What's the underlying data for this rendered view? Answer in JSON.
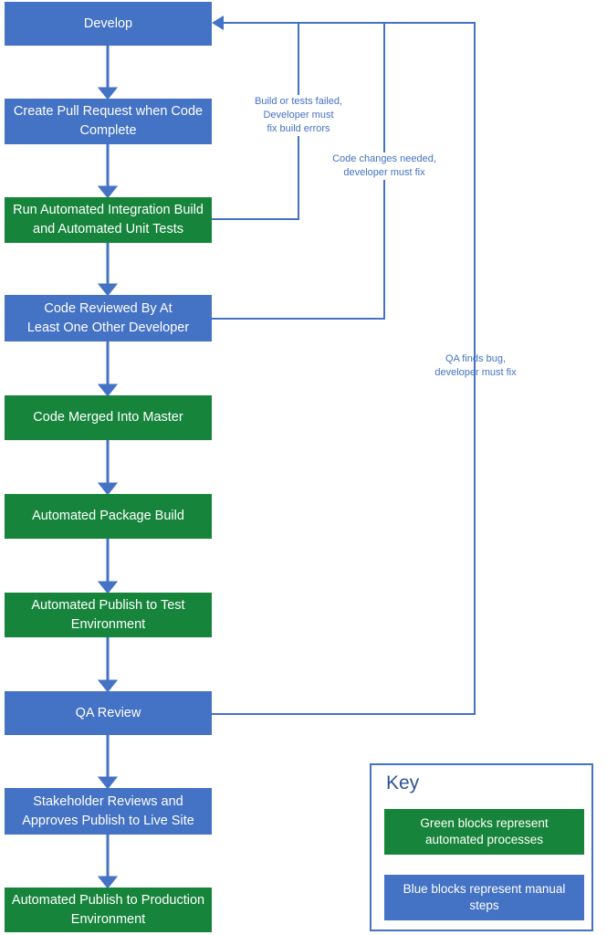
{
  "flow": {
    "steps": [
      {
        "id": "develop",
        "label": "Develop",
        "type": "manual"
      },
      {
        "id": "create-pull-request",
        "label": "Create Pull Request when Code\nComplete",
        "type": "manual"
      },
      {
        "id": "integration-build",
        "label": "Run Automated Integration Build\nand Automated Unit Tests",
        "type": "automated"
      },
      {
        "id": "code-review",
        "label": "Code Reviewed By At\nLeast One Other Developer",
        "type": "manual"
      },
      {
        "id": "merge-master",
        "label": "Code Merged Into Master",
        "type": "automated"
      },
      {
        "id": "package-build",
        "label": "Automated Package Build",
        "type": "automated"
      },
      {
        "id": "publish-test",
        "label": "Automated Publish to Test\nEnvironment",
        "type": "automated"
      },
      {
        "id": "qa-review",
        "label": "QA Review",
        "type": "manual"
      },
      {
        "id": "stakeholder-approval",
        "label": "Stakeholder Reviews and\nApproves Publish to Live Site",
        "type": "manual"
      },
      {
        "id": "publish-production",
        "label": "Automated Publish to Production\nEnvironment",
        "type": "automated"
      }
    ]
  },
  "annotations": {
    "build_failed": "Build or tests failed,\nDeveloper must\nfix build errors",
    "code_changes": "Code changes needed,\ndeveloper must fix",
    "qa_bug": "QA finds bug,\ndeveloper must fix"
  },
  "key": {
    "title": "Key",
    "green_label": "Green blocks represent\nautomated processes",
    "blue_label": "Blue blocks represent manual\nsteps"
  },
  "colors": {
    "manual_blue": "#4472C4",
    "automated_green": "#17843C",
    "connector_blue": "#4472C4",
    "annotation_text": "#4472C4",
    "key_title_text": "#2F5496",
    "box_text": "#FFFFFF",
    "background": "#FFFFFF"
  }
}
